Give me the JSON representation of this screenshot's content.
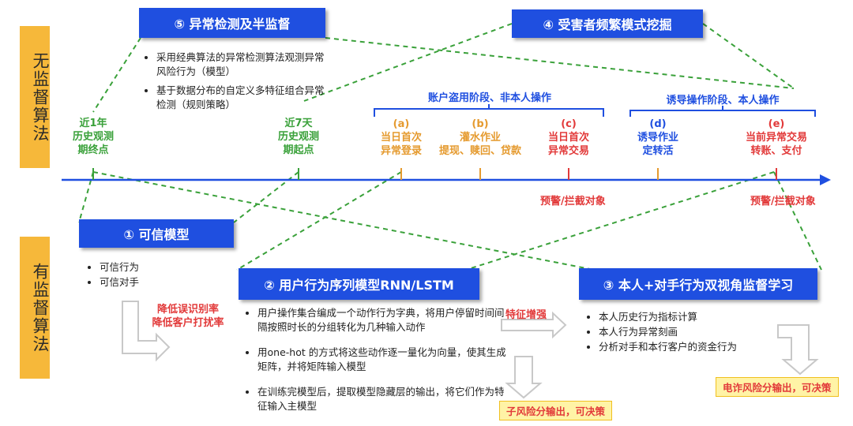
{
  "side_labels": {
    "unsupervised": "无监督算法",
    "supervised": "有监督算法"
  },
  "boxes": {
    "anomaly": "⑤ 异常检测及半监督",
    "victim": "④ 受害者频繁模式挖掘",
    "trusted": "① 可信模型",
    "rnn": "② 用户行为序列模型RNN/LSTM",
    "dual": "③ 本人+对手行为双视角监督学习"
  },
  "anomaly_bullets": [
    "采用经典算法的异常检测算法观测异常风险行为（模型）",
    "基于数据分布的自定义多特征组合异常检测（规则策略）"
  ],
  "timeline": {
    "left_point": "近1年\n历史观测\n期终点",
    "right_point": "近7天\n历史观测\n期起点",
    "phase1": "账户盗用阶段、非本人操作",
    "phase2": "诱导操作阶段、本人操作",
    "events": [
      {
        "id": "a",
        "label": "(a)\n当日首次\n异常登录"
      },
      {
        "id": "b",
        "label": "(b)\n灌水作业\n提现、赎回、贷款"
      },
      {
        "id": "c",
        "label": "(c)\n当日首次\n异常交易"
      },
      {
        "id": "d",
        "label": "(d)\n诱导作业\n定转活"
      },
      {
        "id": "e",
        "label": "(e)\n当前异常交易\n转账、支付"
      }
    ],
    "alert1": "预警/拦截对象",
    "alert2": "预警/拦截对象"
  },
  "trusted_bullets": [
    "可信行为",
    "可信对手"
  ],
  "reduce_text": "降低误识别率\n降低客户打扰率",
  "feature_text": "特征增强",
  "rnn_bullets": [
    "用户操作集合编成一个动作行为字典，将用户停留时间间隔按照时长的分组转化为几种输入动作",
    "用one-hot 的方式将这些动作逐一量化为向量，使其生成矩阵，并将矩阵输入模型",
    "在训练完模型后，提取模型隐藏层的输出，将它们作为特征输入主模型"
  ],
  "dual_bullets": [
    "本人历史行为指标计算",
    "本人行为异常刻画",
    "分析对手和本行客户的资金行为"
  ],
  "output1": "子风险分输出，可决策",
  "output2": "电诈风险分输出，可决策",
  "colors": {
    "blue": "#1f4fe0",
    "green": "#3aa13a",
    "orange": "#e59a2e",
    "red": "#e23a3a",
    "yellow": "#f6b83a"
  }
}
